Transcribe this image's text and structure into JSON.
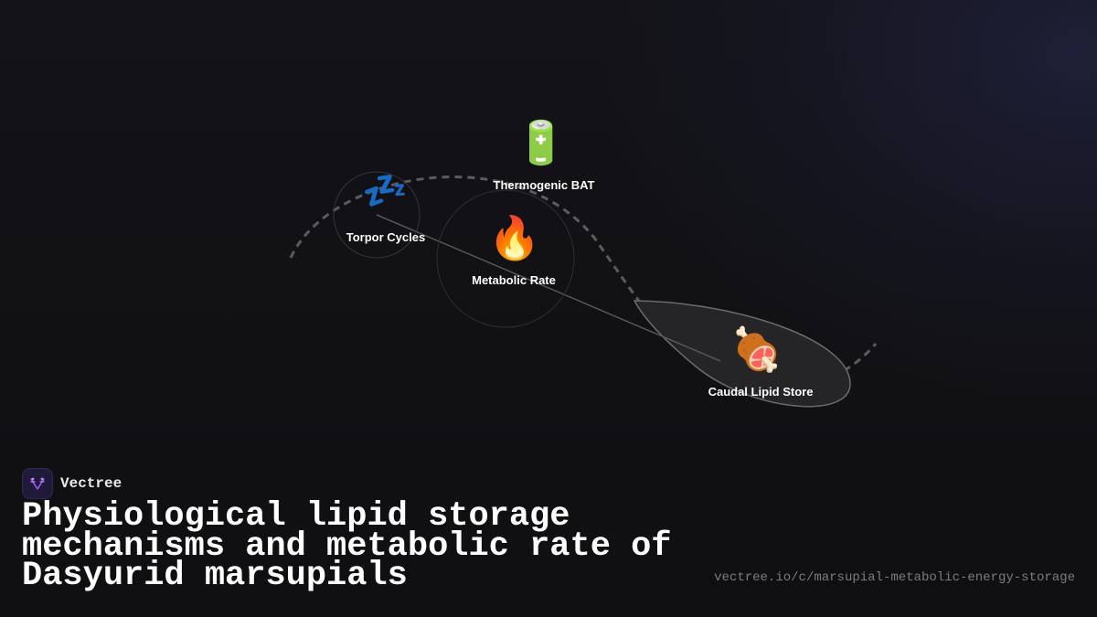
{
  "brand": {
    "name": "Vectree"
  },
  "title": "Physiological lipid storage mechanisms and metabolic rate of Dasyurid marsupials",
  "url": "vectree.io/c/marsupial-metabolic-energy-storage",
  "nodes": {
    "torpor": {
      "label": "Torpor Cycles",
      "icon": "sleeping-zzz-icon",
      "glyph": "💤"
    },
    "metabolic": {
      "label": "Metabolic Rate",
      "icon": "fire-icon",
      "glyph": "🔥"
    },
    "bat": {
      "label": "Thermogenic BAT",
      "icon": "battery-icon",
      "glyph": "🔋"
    },
    "lipid": {
      "label": "Caudal Lipid Store",
      "icon": "meat-on-bone-icon",
      "glyph": "🍖"
    }
  },
  "colors": {
    "background": "#111114",
    "accent": "#8b5cf6",
    "text": "#ffffff",
    "muted": "#7a7a84"
  }
}
